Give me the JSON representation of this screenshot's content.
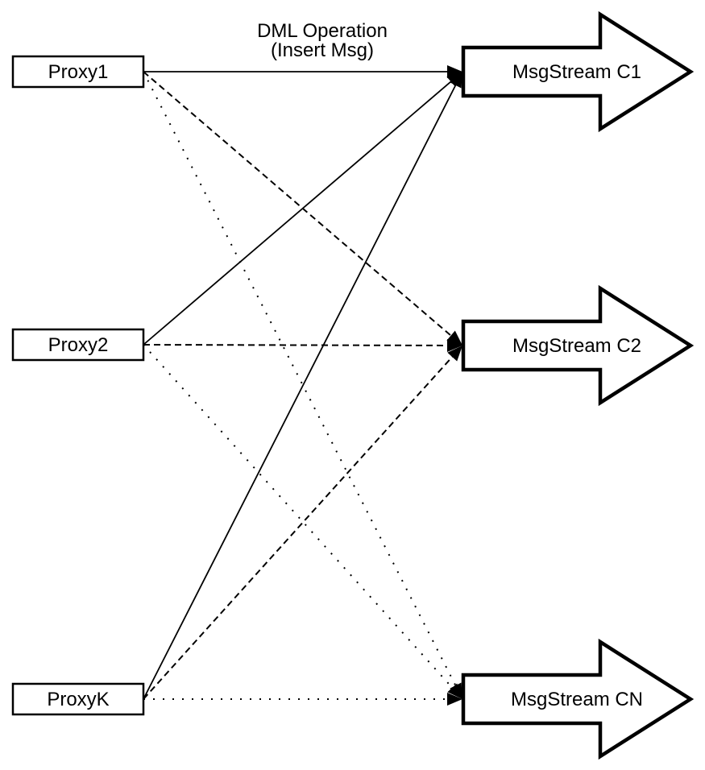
{
  "diagram": {
    "caption": {
      "line1": "DML Operation",
      "line2": "(Insert Msg)"
    },
    "proxies": [
      {
        "id": "proxy1",
        "label": "Proxy1"
      },
      {
        "id": "proxy2",
        "label": "Proxy2"
      },
      {
        "id": "proxyk",
        "label": "ProxyK"
      }
    ],
    "streams": [
      {
        "id": "c1",
        "label": "MsgStream C1"
      },
      {
        "id": "c2",
        "label": "MsgStream C2"
      },
      {
        "id": "cn",
        "label": "MsgStream CN"
      }
    ],
    "edges": [
      {
        "from": "proxy1",
        "to": "c1",
        "style": "solid"
      },
      {
        "from": "proxy2",
        "to": "c1",
        "style": "solid"
      },
      {
        "from": "proxyk",
        "to": "c1",
        "style": "solid"
      },
      {
        "from": "proxy1",
        "to": "c2",
        "style": "dashed"
      },
      {
        "from": "proxy2",
        "to": "c2",
        "style": "dashed"
      },
      {
        "from": "proxyk",
        "to": "c2",
        "style": "dashed"
      },
      {
        "from": "proxy1",
        "to": "cn",
        "style": "dotted"
      },
      {
        "from": "proxy2",
        "to": "cn",
        "style": "dotted"
      },
      {
        "from": "proxyk",
        "to": "cn",
        "style": "dotted"
      }
    ],
    "colors": {
      "stroke": "#000000",
      "fill": "#ffffff",
      "background": "#ffffff"
    }
  }
}
